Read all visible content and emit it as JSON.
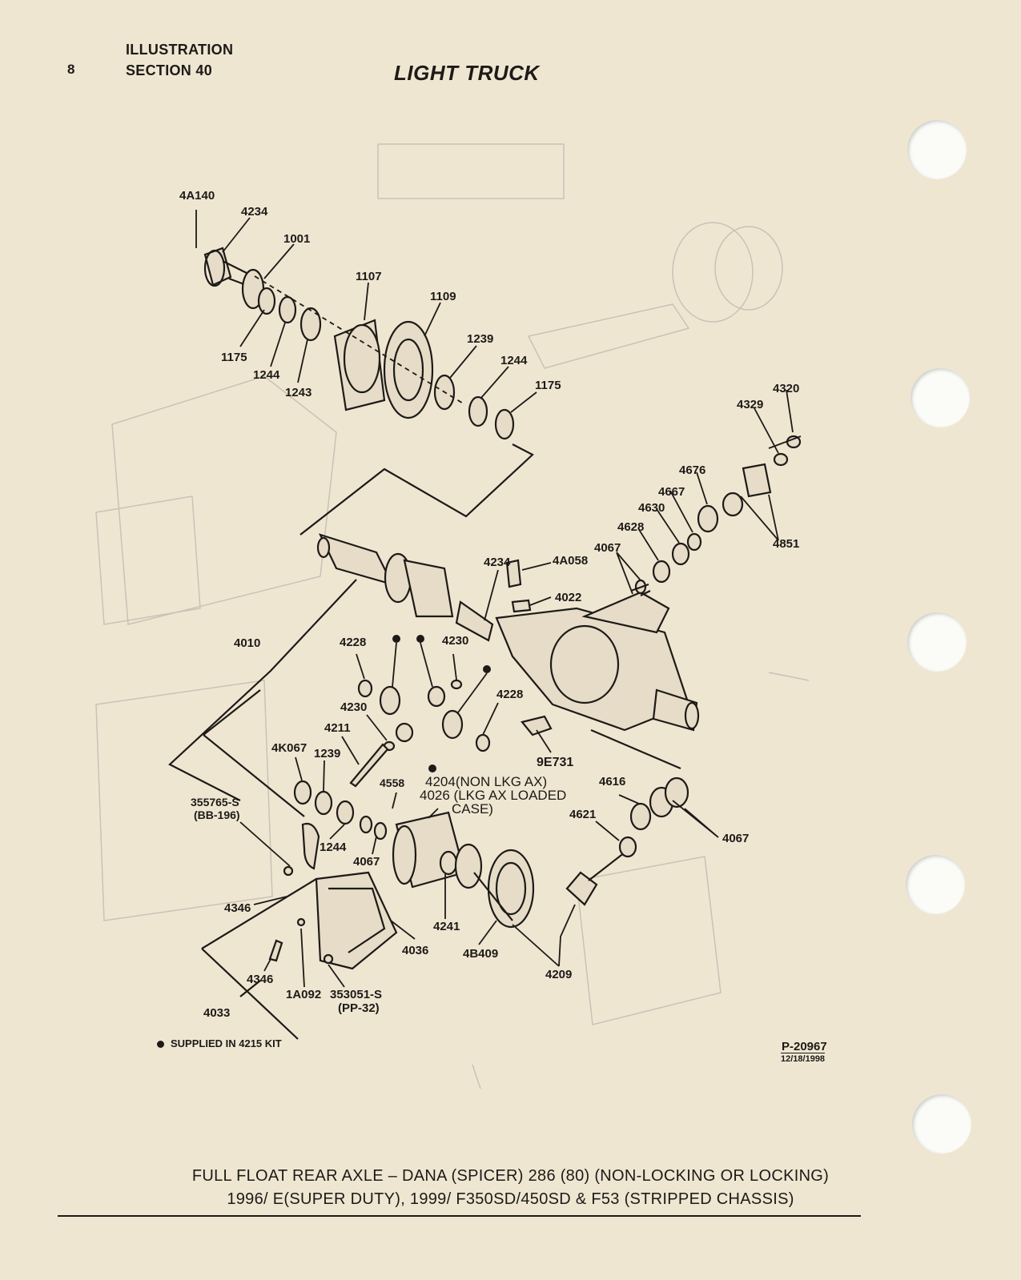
{
  "header": {
    "page_number": "8",
    "label_line1": "ILLUSTRATION",
    "label_line2": "SECTION 40",
    "title": "LIGHT TRUCK"
  },
  "callouts": {
    "c4A140": "4A140",
    "c4234_top": "4234",
    "c1001": "1001",
    "c1107": "1107",
    "c1109": "1109",
    "c1175_left": "1175",
    "c1244_left": "1244",
    "c1243": "1243",
    "c1239_top": "1239",
    "c1244_mid": "1244",
    "c1175_right": "1175",
    "c4320": "4320",
    "c4329": "4329",
    "c4676": "4676",
    "c4667": "4667",
    "c4630": "4630",
    "c4628": "4628",
    "c4067_top": "4067",
    "c4851": "4851",
    "c4234_mid": "4234",
    "c4A058": "4A058",
    "c4022": "4022",
    "c4010": "4010",
    "c4228_left": "4228",
    "c4230_top": "4230",
    "c4228_right": "4228",
    "c4230_mid": "4230",
    "c4211": "4211",
    "c4K067": "4K067",
    "c1239_low": "1239",
    "c9E731": "9E731",
    "c4558": "4558",
    "c4204": "4204(NON LKG AX)",
    "c4026a": "4026 (LKG AX LOADED",
    "c4026b": "CASE)",
    "c4616": "4616",
    "c4621": "4621",
    "c4067_right": "4067",
    "c355765a": "355765-S",
    "c355765b": "(BB-196)",
    "c1244_low": "1244",
    "c4067_low": "4067",
    "c4346_top": "4346",
    "c4241": "4241",
    "c4036": "4036",
    "c4B409": "4B409",
    "c4209": "4209",
    "c4346_low": "4346",
    "c1A092": "1A092",
    "c353051a": "353051-S",
    "c353051b": "(PP-32)",
    "c4033": "4033"
  },
  "note": "SUPPLIED IN 4215 KIT",
  "drawing_number": "P-20967",
  "drawing_date": "12/18/1998",
  "caption": {
    "line1": "FULL FLOAT REAR AXLE – DANA (SPICER) 286 (80) (NON-LOCKING OR LOCKING)",
    "line2": "1996/ E(SUPER DUTY), 1999/ F350SD/450SD & F53 (STRIPPED CHASSIS)"
  },
  "colors": {
    "paper": "#efe6d2",
    "ink": "#1d1a17",
    "bleed_through": "#c9c2b6"
  }
}
